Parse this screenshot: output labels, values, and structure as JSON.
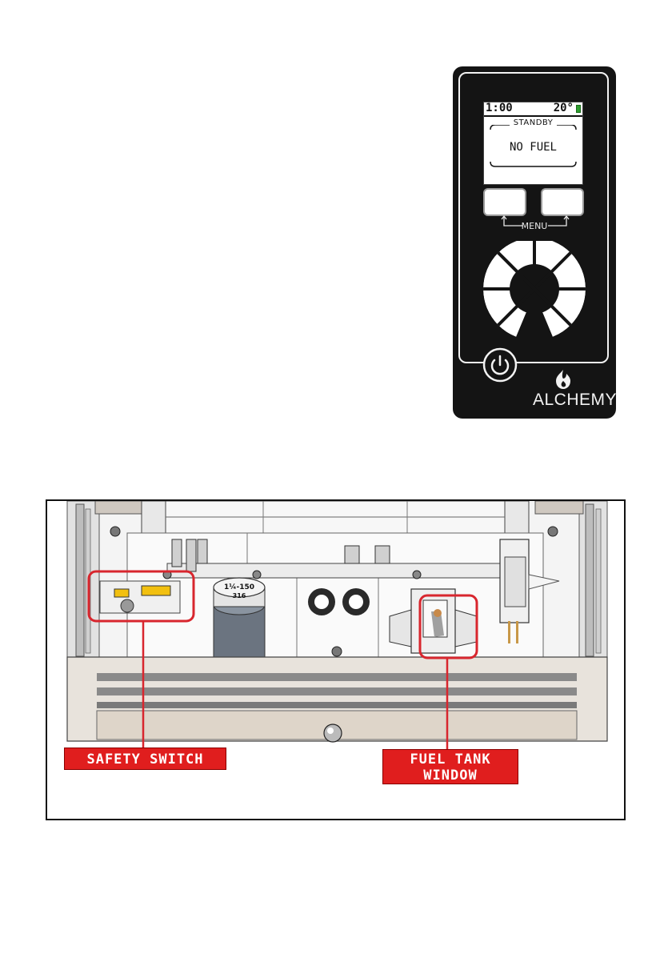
{
  "remote": {
    "screen": {
      "time": "1:00",
      "temperature": "20°",
      "status_title": "STANDBY",
      "status_message": "NO FUEL"
    },
    "menu_label": "MENU",
    "brand": "ALCHEMY",
    "icons": [
      "power-icon",
      "flame-logo-icon",
      "battery-icon"
    ],
    "battery_color": "#2f9e2f"
  },
  "diagram": {
    "part_labels": [
      "1¼-150",
      "316"
    ],
    "callouts": {
      "safety_switch": "SAFETY SWITCH",
      "fuel_tank_line1": "FUEL TANK",
      "fuel_tank_line2": "WINDOW"
    },
    "callout_color": "#e01e1e",
    "highlight_color": "#d8262e"
  }
}
